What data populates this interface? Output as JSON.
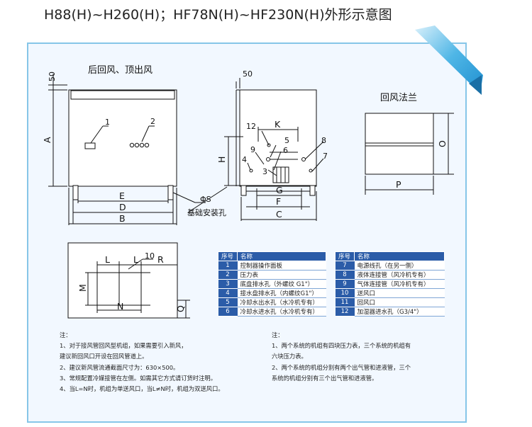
{
  "title": "H88(H)~H260(H)；HF78N(H)~HF230N(H)外形示意图",
  "views": {
    "front_caption": "后回风、顶出风",
    "flange_caption": "回风法兰"
  },
  "dimension_labels": {
    "d50_front": "50",
    "d50_side": "50",
    "A": "A",
    "B": "B",
    "D": "D",
    "E": "E",
    "H": "H",
    "K": "K",
    "G": "G",
    "F": "F",
    "C": "C",
    "O": "O",
    "P": "P",
    "L1": "L",
    "L2": "L",
    "R": "R",
    "M": "M",
    "N": "N",
    "Q": "Q",
    "phiS": "ΦS",
    "base_hole": "基础安装孔"
  },
  "callouts": {
    "c1": "1",
    "c2": "2",
    "c3": "3",
    "c4": "4",
    "c5": "5",
    "c6": "6",
    "c7": "7",
    "c8": "8",
    "c9": "9",
    "c10": "10",
    "c12": "12"
  },
  "table_header": {
    "no": "序号",
    "name": "名称"
  },
  "table_left": [
    {
      "no": "1",
      "name": "控制器操作面板"
    },
    {
      "no": "2",
      "name": "压力表"
    },
    {
      "no": "3",
      "name": "底盘排水孔（外螺纹 G1\"）"
    },
    {
      "no": "4",
      "name": "接水盘排水孔（内螺纹G1\"）"
    },
    {
      "no": "5",
      "name": "冷却水出水孔（水冷机专有）"
    },
    {
      "no": "6",
      "name": "冷却水进水孔（水冷机专有）"
    }
  ],
  "table_right": [
    {
      "no": "7",
      "name": "电源线孔（在另一侧）"
    },
    {
      "no": "8",
      "name": "液体连接管（风冷机专有）"
    },
    {
      "no": "9",
      "name": "气体连接管（风冷机专有）"
    },
    {
      "no": "10",
      "name": "送风口"
    },
    {
      "no": "11",
      "name": "回风口"
    },
    {
      "no": "12",
      "name": "加湿器进水孔（G3/4\"）"
    }
  ],
  "notes_left": [
    "注：",
    "1、对于接风管回风型机组，如果需要引入新风，",
    "     建议新回风口开设在回风管道上。",
    "2、建议新风管流通截面尺寸为：630×500。",
    "3、常规配置冷媒接管在左侧。如需其它方式请订货时注明。",
    "4、当L=N时，机组为单送风口，当L≠N时，机组为双送风口。"
  ],
  "notes_right": [
    "注：",
    "1、两个系统的机组有四块压力表，三个系统的机组有",
    "     六块压力表。",
    "2、两个系统的机组分别有两个出气管和进液管，三个",
    "     系统的机组分别有三个出气管和进液管。"
  ],
  "colors": {
    "frame_border": "#86c6e8",
    "frame_fill": "#f2f8ff",
    "table_header": "#2b5ca8",
    "ribbon": "#3aa7e0"
  }
}
